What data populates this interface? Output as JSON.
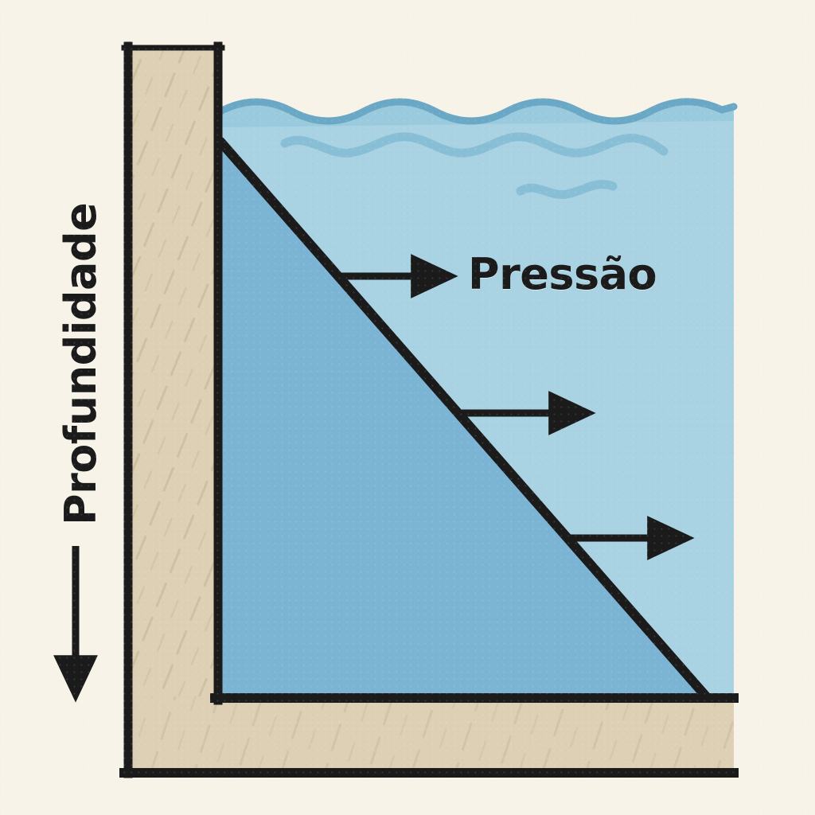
{
  "figure": {
    "type": "physics-diagram",
    "subject": "hydrostatic-pressure-vs-depth",
    "background_color": "#f8f3e8"
  },
  "labels": {
    "depth": "Profundidade",
    "pressure": "Pressão"
  },
  "colors": {
    "background": "#f8f3e8",
    "wall": "#ddd0b4",
    "wall_outline": "#1b1b1b",
    "water_light": "#a9d2e2",
    "water_dark": "#7cb4d4",
    "wave_line": "#6aa8c6",
    "ink": "#1b1b1b"
  },
  "elements": {
    "wall": {
      "label": "vertical-wall",
      "hatched": true
    },
    "floor": {
      "label": "horizontal-floor",
      "hatched": true
    },
    "water": {
      "label": "water-body",
      "surface": "wavy"
    },
    "pressure_gradient_line": {
      "label": "diagonal-pressure-profile-line"
    },
    "depth_arrow": {
      "label": "downward-depth-arrow",
      "direction": "down"
    },
    "pressure_arrows": [
      {
        "label": "pressure-arrow-1",
        "length_rank": 1
      },
      {
        "label": "pressure-arrow-2",
        "length_rank": 2
      },
      {
        "label": "pressure-arrow-3",
        "length_rank": 3
      }
    ],
    "wave_marks": [
      {
        "label": "wave-mark-long"
      },
      {
        "label": "wave-mark-short"
      }
    ]
  }
}
